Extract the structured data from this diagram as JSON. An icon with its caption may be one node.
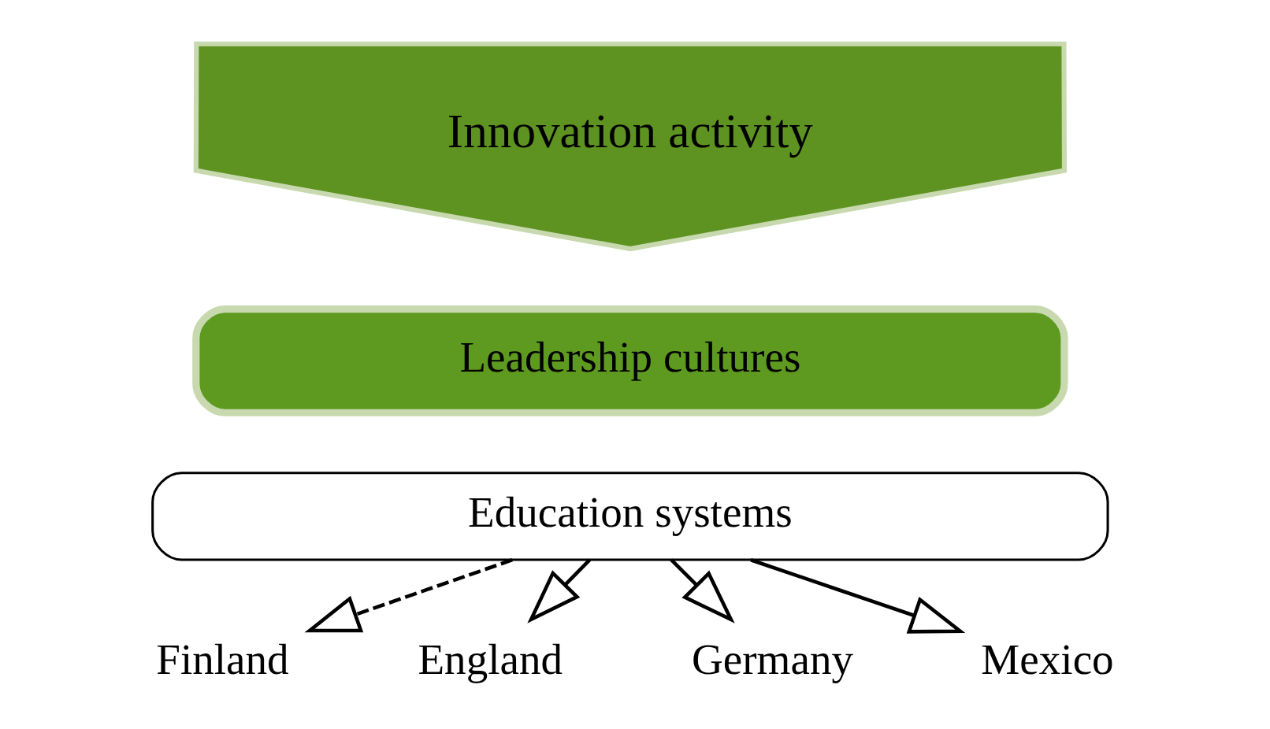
{
  "diagram": {
    "nodes": [
      {
        "text": [
          "Innovation activity"
        ]
      },
      {
        "text": [
          "Leadership cultures"
        ]
      },
      {
        "text": [
          "Education systems"
        ]
      },
      {
        "text": [
          "Finland"
        ]
      },
      {
        "text": [
          "England"
        ]
      },
      {
        "text": [
          "Germany"
        ]
      },
      {
        "text": [
          "Mexico"
        ]
      }
    ],
    "edges": [
      {
        "from": 2,
        "to": 3,
        "arrow": "to",
        "style": "dashed"
      },
      {
        "from": 2,
        "to": 4,
        "arrow": "to"
      },
      {
        "from": 2,
        "to": 5,
        "arrow": "to"
      },
      {
        "from": 2,
        "to": 6,
        "arrow": "to"
      }
    ]
  }
}
